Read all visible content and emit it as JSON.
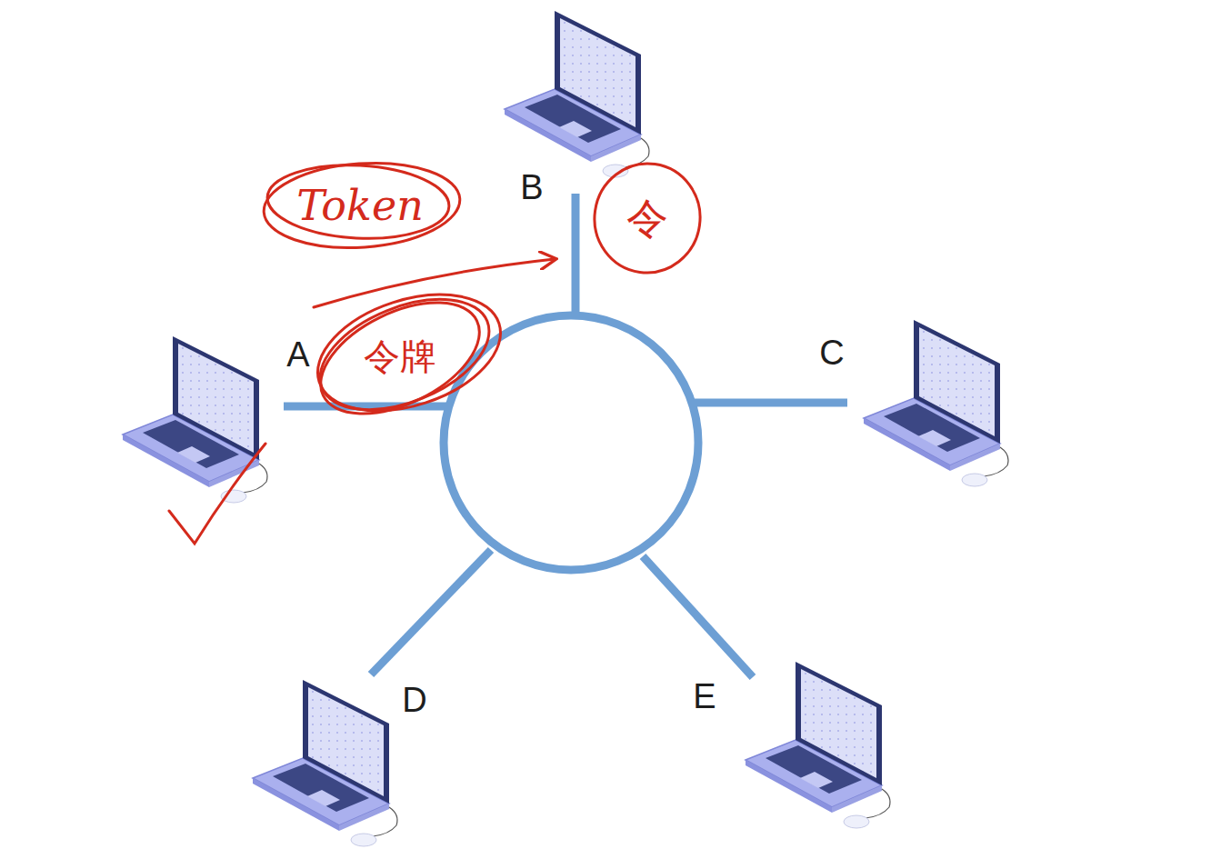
{
  "diagram": {
    "labels": [
      "A",
      "B",
      "C",
      "D",
      "E",
      "Token",
      "令牌",
      "令"
    ]
  }
}
